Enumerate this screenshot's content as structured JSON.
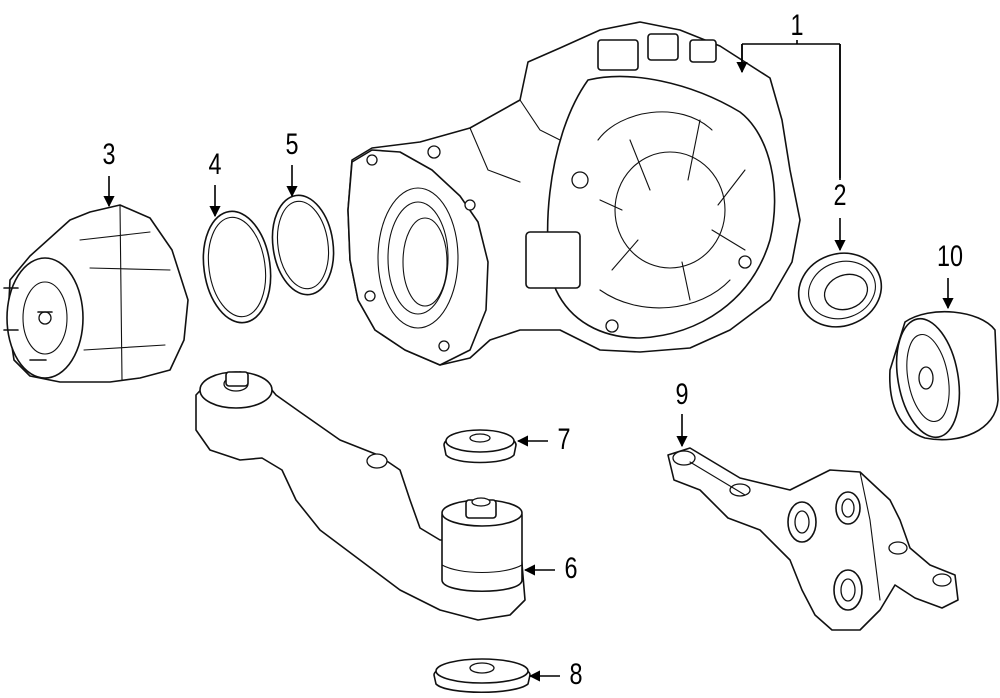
{
  "diagram": {
    "style": "exploded parts diagram",
    "line_color": "#000000",
    "background": "#ffffff",
    "callouts": [
      {
        "id": "1",
        "label": "1"
      },
      {
        "id": "2",
        "label": "2"
      },
      {
        "id": "3",
        "label": "3"
      },
      {
        "id": "4",
        "label": "4"
      },
      {
        "id": "5",
        "label": "5"
      },
      {
        "id": "6",
        "label": "6"
      },
      {
        "id": "7",
        "label": "7"
      },
      {
        "id": "8",
        "label": "8"
      },
      {
        "id": "9",
        "label": "9"
      },
      {
        "id": "10",
        "label": "10"
      }
    ]
  }
}
